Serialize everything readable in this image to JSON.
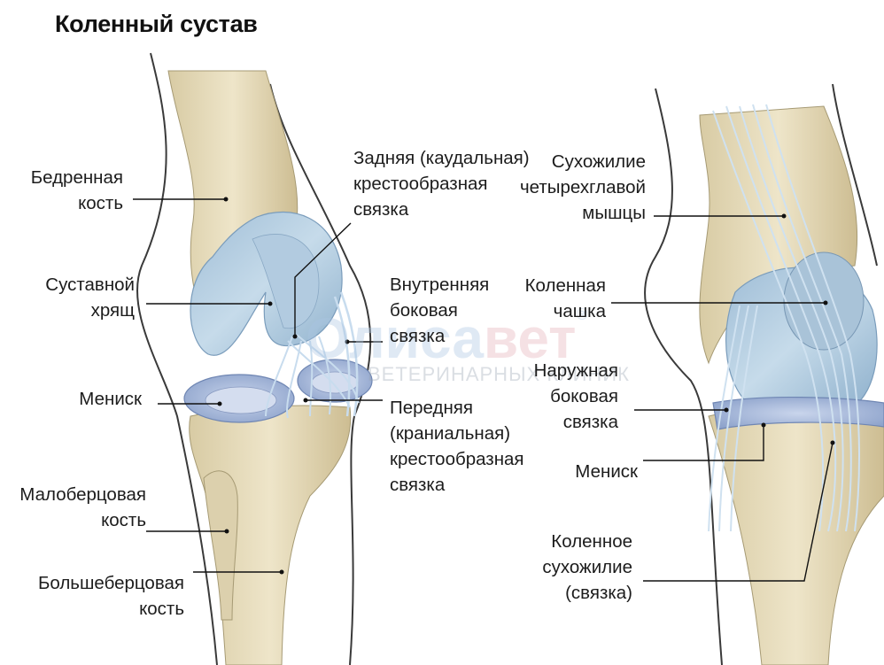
{
  "title": "Коленный сустав",
  "watermark": {
    "brand_prefix": "Олиса",
    "brand_suffix": "вет",
    "registered": "®",
    "subtitle": "ВЕТЕРИНАРНЫХ КЛИНИК"
  },
  "colors": {
    "bone": "#e7dcbc",
    "cartilage": "#b7cfe0",
    "meniscus": "#aebfdd",
    "ligament": "#d6e6f2",
    "leader_line": "#111111"
  },
  "left_view": {
    "labels": [
      {
        "id": "femur",
        "lines": [
          "Бедренная",
          "кость"
        ]
      },
      {
        "id": "articular-cartilage",
        "lines": [
          "Суставной",
          "хрящ"
        ]
      },
      {
        "id": "meniscus",
        "lines": [
          "Мениск"
        ]
      },
      {
        "id": "fibula",
        "lines": [
          "Малоберцовая",
          "кость"
        ]
      },
      {
        "id": "tibia",
        "lines": [
          "Большеберцовая",
          "кость"
        ]
      },
      {
        "id": "caudal-cruciate",
        "lines": [
          "Задняя (каудальная)",
          "крестообразная",
          "связка"
        ]
      },
      {
        "id": "medial-collateral",
        "lines": [
          "Внутренняя",
          "боковая",
          "связка"
        ]
      },
      {
        "id": "cranial-cruciate",
        "lines": [
          "Передняя",
          "(краниальная)",
          "крестообразная",
          "связка"
        ]
      }
    ]
  },
  "right_view": {
    "labels": [
      {
        "id": "quadriceps-tendon",
        "lines": [
          "Сухожилие",
          "четырехглавой",
          "мышцы"
        ]
      },
      {
        "id": "patella",
        "lines": [
          "Коленная",
          "чашка"
        ]
      },
      {
        "id": "lateral-collateral",
        "lines": [
          "Наружная",
          "боковая",
          "связка"
        ]
      },
      {
        "id": "meniscus",
        "lines": [
          "Мениск"
        ]
      },
      {
        "id": "patellar-ligament",
        "lines": [
          "Коленное",
          "сухожилие",
          "(связка)"
        ]
      }
    ]
  }
}
